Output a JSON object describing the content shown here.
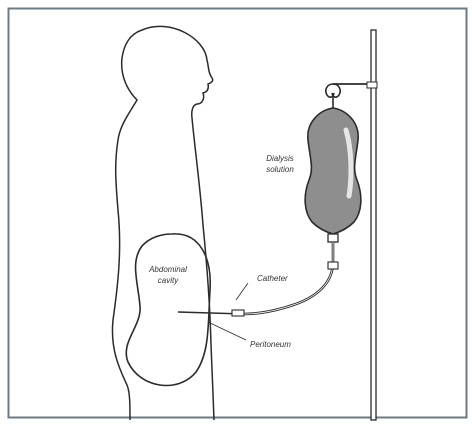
{
  "labels": {
    "dialysis_line1": "Dialysis",
    "dialysis_line2": "solution",
    "abdominal_line1": "Abdominal",
    "abdominal_line2": "cavity",
    "catheter": "Catheter",
    "peritoneum": "Peritoneum"
  },
  "colors": {
    "border": "#6b7a86",
    "outline": "#2b2b2b",
    "bag_fill": "#8e8e8e",
    "label_text": "#333333"
  }
}
